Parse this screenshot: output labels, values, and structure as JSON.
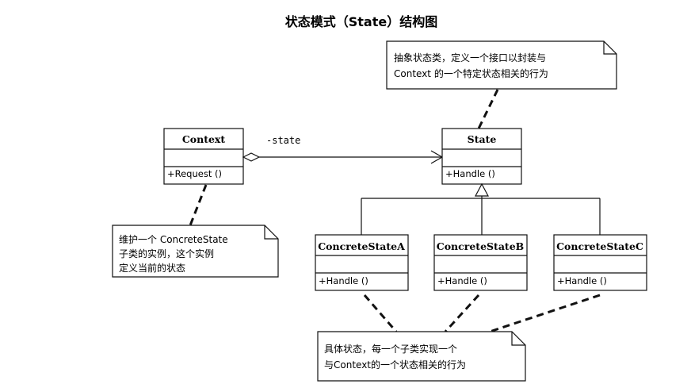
{
  "title": "状态模式（State）结构图",
  "classes": {
    "context": {
      "name": "Context",
      "op": "+Request ()"
    },
    "state": {
      "name": "State",
      "op": "+Handle ()"
    },
    "concreteA": {
      "name": "ConcreteStateA",
      "op": "+Handle ()"
    },
    "concreteB": {
      "name": "ConcreteStateB",
      "op": "+Handle ()"
    },
    "concreteC": {
      "name": "ConcreteStateC",
      "op": "+Handle ()"
    }
  },
  "association": {
    "role": "-state"
  },
  "notes": {
    "state_note": [
      "抽象状态类，定义一个接口以封装与",
      "Context 的一个特定状态相关的行为"
    ],
    "context_note": [
      "维护一个 ConcreteState",
      "子类的实例，这个实例",
      "定义当前的状态"
    ],
    "concrete_note": [
      "具体状态，每一个子类实现一个",
      "与Context的一个状态相关的行为"
    ]
  }
}
